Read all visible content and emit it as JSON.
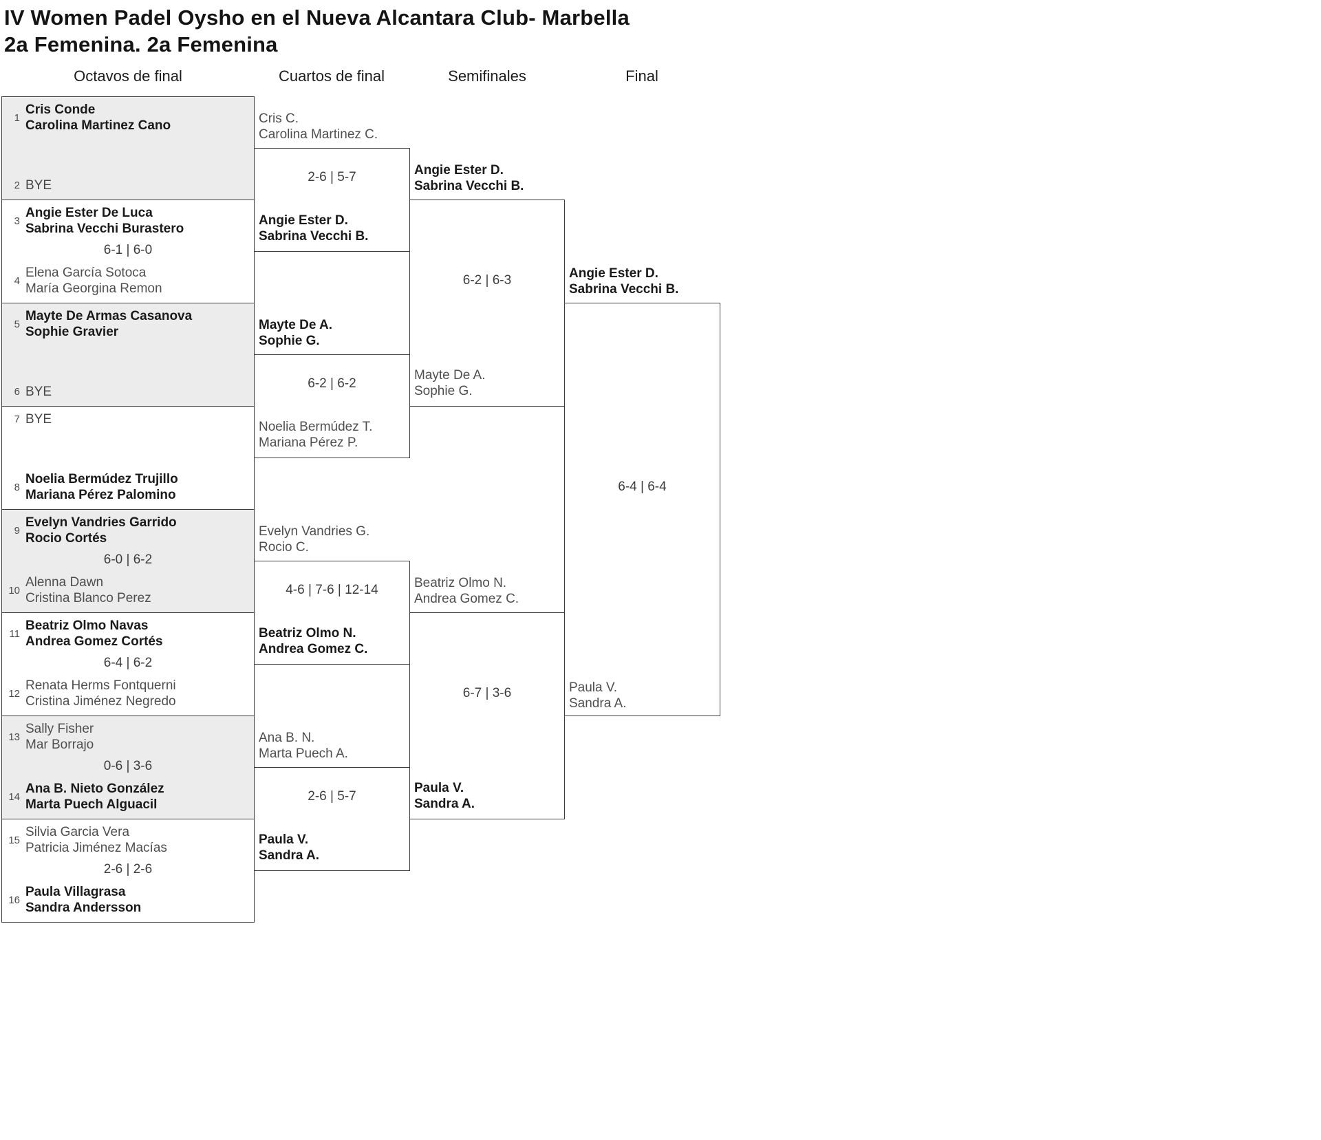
{
  "title": {
    "line1": "IV Women Padel Oysho en el Nueva Alcantara Club- Marbella",
    "line2": "2a Femenina. 2a Femenina"
  },
  "rounds": [
    "Octavos de final",
    "Cuartos de final",
    "Semifinales",
    "Final"
  ],
  "colors": {
    "background": "#ffffff",
    "shaded_row": "#ececec",
    "box_border": "#3d3d3d",
    "winner_text": "#1a1a1a",
    "loser_text": "#4f4f4f",
    "score_text": "#3d3d3d"
  },
  "octavos": [
    {
      "score": "",
      "top": {
        "seed": "1",
        "line1": "Cris Conde",
        "line2": "Carolina Martinez Cano"
      },
      "bottom": {
        "seed": "2",
        "line1": "BYE",
        "line2": ""
      }
    },
    {
      "score": "6-1 | 6-0",
      "top": {
        "seed": "3",
        "line1": "Angie Ester De Luca",
        "line2": "Sabrina Vecchi Burastero"
      },
      "bottom": {
        "seed": "4",
        "line1": "Elena García Sotoca",
        "line2": "María Georgina Remon"
      }
    },
    {
      "score": "",
      "top": {
        "seed": "5",
        "line1": "Mayte De Armas Casanova",
        "line2": "Sophie Gravier"
      },
      "bottom": {
        "seed": "6",
        "line1": "BYE",
        "line2": ""
      }
    },
    {
      "score": "",
      "top": {
        "seed": "7",
        "line1": "BYE",
        "line2": ""
      },
      "bottom": {
        "seed": "8",
        "line1": "Noelia Bermúdez Trujillo",
        "line2": "Mariana Pérez Palomino"
      }
    },
    {
      "score": "6-0 | 6-2",
      "top": {
        "seed": "9",
        "line1": "Evelyn Vandries Garrido",
        "line2": "Rocio Cortés"
      },
      "bottom": {
        "seed": "10",
        "line1": "Alenna Dawn",
        "line2": "Cristina Blanco Perez"
      }
    },
    {
      "score": "6-4 | 6-2",
      "top": {
        "seed": "11",
        "line1": "Beatriz Olmo Navas",
        "line2": "Andrea Gomez Cortés"
      },
      "bottom": {
        "seed": "12",
        "line1": "Renata Herms Fontquerni",
        "line2": "Cristina Jiménez Negredo"
      }
    },
    {
      "score": "0-6 | 3-6",
      "top": {
        "seed": "13",
        "line1": "Sally Fisher",
        "line2": "Mar Borrajo"
      },
      "bottom": {
        "seed": "14",
        "line1": "Ana B. Nieto González",
        "line2": "Marta Puech Alguacil"
      }
    },
    {
      "score": "2-6 | 2-6",
      "top": {
        "seed": "15",
        "line1": "Silvia Garcia Vera",
        "line2": "Patricia Jiménez Macías"
      },
      "bottom": {
        "seed": "16",
        "line1": "Paula Villagrasa",
        "line2": "Sandra Andersson"
      }
    }
  ],
  "cuartos": [
    {
      "score": "2-6 | 5-7",
      "top": {
        "line1": "Cris C.",
        "line2": "Carolina Martinez C."
      },
      "bottom": {
        "line1": "Angie Ester D.",
        "line2": "Sabrina Vecchi B."
      }
    },
    {
      "score": "6-2 | 6-2",
      "top": {
        "line1": "Mayte De A.",
        "line2": "Sophie G."
      },
      "bottom": {
        "line1": "Noelia Bermúdez T.",
        "line2": "Mariana Pérez P."
      }
    },
    {
      "score": "4-6 | 7-6 | 12-14",
      "top": {
        "line1": "Evelyn Vandries G.",
        "line2": "Rocio C."
      },
      "bottom": {
        "line1": "Beatriz Olmo N.",
        "line2": "Andrea Gomez C."
      }
    },
    {
      "score": "2-6 | 5-7",
      "top": {
        "line1": "Ana B. N.",
        "line2": "Marta Puech A."
      },
      "bottom": {
        "line1": "Paula V.",
        "line2": "Sandra A."
      }
    }
  ],
  "semis": [
    {
      "score": "6-2 | 6-3",
      "top": {
        "line1": "Angie Ester D.",
        "line2": "Sabrina Vecchi B."
      },
      "bottom": {
        "line1": "Mayte De A.",
        "line2": "Sophie G."
      }
    },
    {
      "score": "6-7 | 3-6",
      "top": {
        "line1": "Beatriz Olmo N.",
        "line2": "Andrea Gomez C."
      },
      "bottom": {
        "line1": "Paula V.",
        "line2": "Sandra A."
      }
    }
  ],
  "final": {
    "score": "6-4 | 6-4",
    "top": {
      "line1": "Angie Ester D.",
      "line2": "Sabrina Vecchi B."
    },
    "bottom": {
      "line1": "Paula V.",
      "line2": "Sandra A."
    }
  }
}
